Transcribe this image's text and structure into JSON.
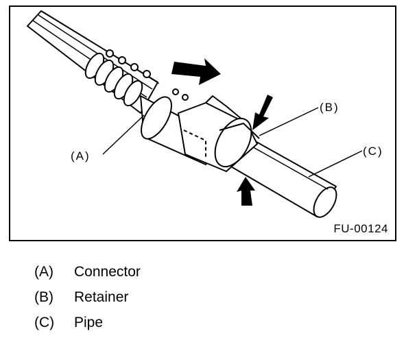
{
  "figure": {
    "code": "FU-00124",
    "callouts": {
      "a": "(A)",
      "b": "(B)",
      "c": "(C)"
    }
  },
  "legend": [
    {
      "key": "(A)",
      "label": "Connector"
    },
    {
      "key": "(B)",
      "label": "Retainer"
    },
    {
      "key": "(C)",
      "label": "Pipe"
    }
  ]
}
